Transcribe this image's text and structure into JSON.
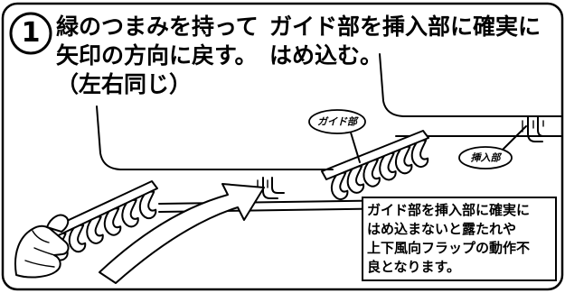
{
  "step": {
    "number": "1"
  },
  "instructions": {
    "left": [
      "緑のつまみを持って",
      "矢印の方向に戻す。",
      "（左右同じ）"
    ],
    "right": [
      "ガイド部を挿入部に確実に",
      "はめ込む。"
    ]
  },
  "callouts": {
    "guide_part": "ガイド部",
    "insertion_part": "挿入部"
  },
  "warning": {
    "lines": [
      "ガイド部を挿入部に確実に",
      "はめ込まないと露たれや",
      "上下風向フラップの動作不",
      "良となります。"
    ]
  }
}
